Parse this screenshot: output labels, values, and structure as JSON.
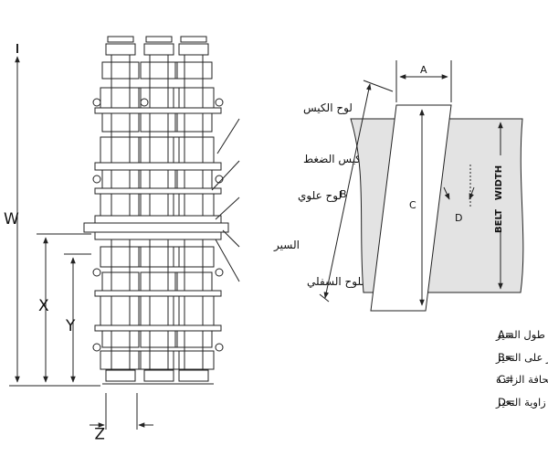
{
  "left_diagram": {
    "callouts": {
      "bag_plate": "لوح الكيس",
      "pressure_bag": "كيس الضغط",
      "top_plate": "لوح علوي",
      "belt": "السير",
      "bottom_plate": "اللوح السفلي"
    },
    "dimensions": {
      "w": "W",
      "x": "X",
      "y": "Y",
      "z": "Z"
    }
  },
  "right_diagram": {
    "letters": {
      "a": "A",
      "b": "B",
      "c": "C",
      "d": "D"
    },
    "belt_width_label": {
      "line1": "BELT",
      "line2": "WIDTH"
    }
  },
  "legend": [
    {
      "key": "A=",
      "text": "طول اللوح على طول السير"
    },
    {
      "key": "B=",
      "text": "عرض اللوح عبر السير على التحيز"
    },
    {
      "key": "C=",
      "text": "أبعاد الزاوية القائمة عبر الحزام، تداخل الحافة الزائدة"
    },
    {
      "key": "D=",
      "text": "زاوية التحيز"
    }
  ],
  "colors": {
    "line": "#222222",
    "belt_fill": "#e3e3e3",
    "plate_fill": "#ffffff"
  }
}
